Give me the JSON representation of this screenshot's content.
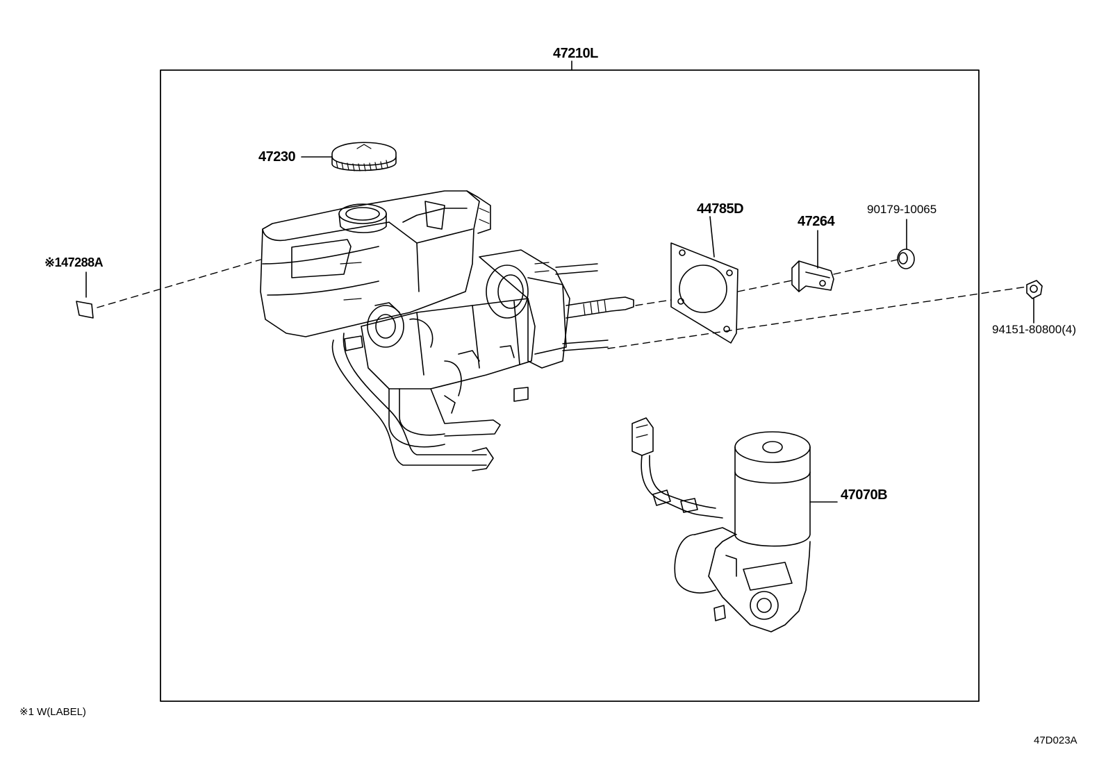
{
  "diagram": {
    "assembly_label": "47210L",
    "parts": {
      "cap": "47230",
      "label_part": "※147288A",
      "gasket": "44785D",
      "clevis": "47264",
      "bushing": "90179-10065",
      "nut": "94151-80800(4)",
      "pump": "47070B"
    },
    "footnote": "※1 W(LABEL)",
    "figure_code": "47D023A"
  }
}
